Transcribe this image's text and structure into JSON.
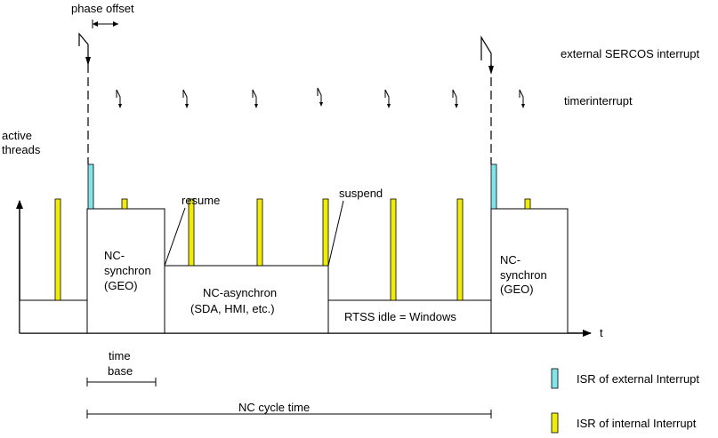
{
  "labels": {
    "phase_offset": "phase offset",
    "external_interrupt": "external SERCOS interrupt",
    "timer_interrupt": "timerinterrupt",
    "active": "active",
    "threads": "threads",
    "resume": "resume",
    "suspend": "suspend",
    "t_axis": "t",
    "time": "time",
    "base": "base",
    "nc_cycle_time": "NC cycle time"
  },
  "blocks": {
    "nc_synchron_1": {
      "line1": "NC-",
      "line2": "synchron",
      "line3": "(GEO)"
    },
    "nc_asynchron": {
      "line1": "NC-asynchron",
      "line2": "(SDA, HMI, etc.)"
    },
    "rtss_idle": {
      "line1": "RTSS idle = Windows"
    },
    "nc_synchron_2": {
      "line1": "NC-",
      "line2": "synchron",
      "line3": "(GEO)"
    }
  },
  "legend": {
    "external": "ISR of external Interrupt",
    "internal": "ISR of internal Interrupt"
  },
  "colors": {
    "external_isr": "#7fe5e8",
    "internal_isr": "#f0ec0a",
    "line": "#000000"
  }
}
